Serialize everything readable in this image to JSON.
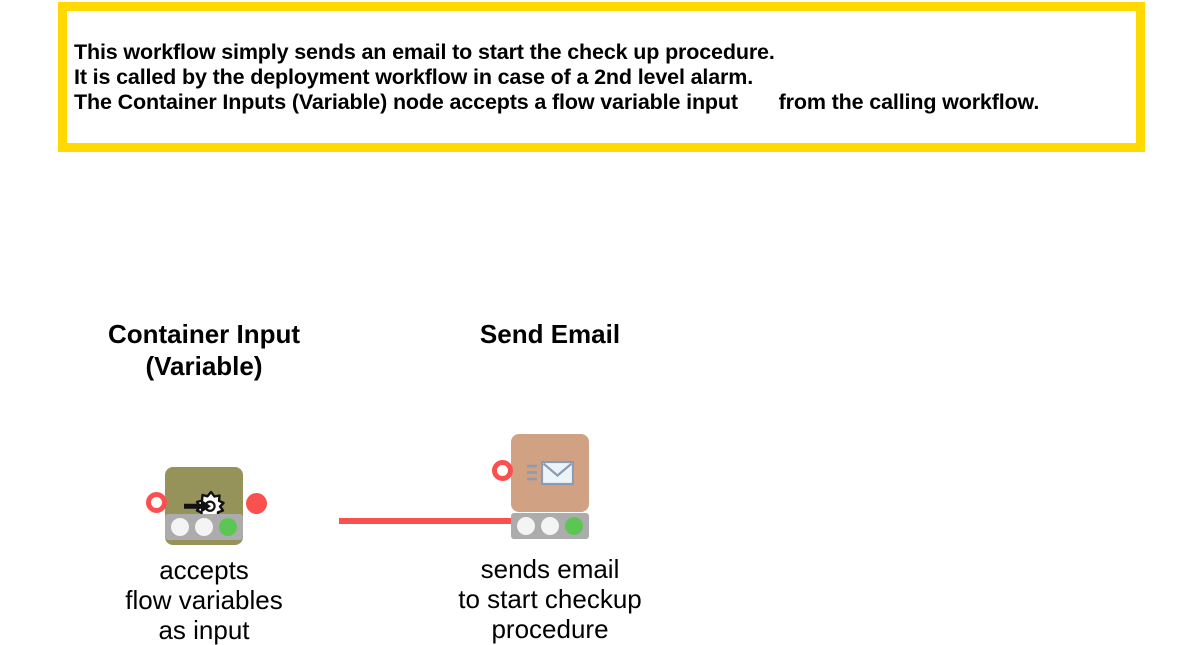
{
  "annotation": {
    "border_color": "#FFD900",
    "lines": [
      "This workflow simply sends an email to start the check up procedure.",
      "It is called by the deployment workflow in case of a 2nd level alarm.",
      "The Container Inputs (Variable) node accepts a flow variable input       from the calling workflow."
    ]
  },
  "workflow": {
    "connection_color": "#FB5050",
    "nodes": [
      {
        "id": "container-input-variable",
        "title": "Container Input\n(Variable)",
        "description": "accepts\nflow variables\nas input",
        "box_color": "#95935A",
        "icon": "gear-arrow-icon",
        "input_port": "hollow-ring",
        "output_port": "filled-dot",
        "status": [
          "idle",
          "idle",
          "active"
        ]
      },
      {
        "id": "send-email",
        "title": "Send Email",
        "description": "sends email\nto start checkup\nprocedure",
        "box_color": "#D1A183",
        "icon": "envelope-icon",
        "input_port": "hollow-ring",
        "output_port": "none",
        "status": [
          "idle",
          "idle",
          "active"
        ]
      }
    ],
    "status_colors": {
      "idle": "#F4F4F4",
      "active": "#5BC653",
      "bar": "#ACACAC"
    }
  }
}
